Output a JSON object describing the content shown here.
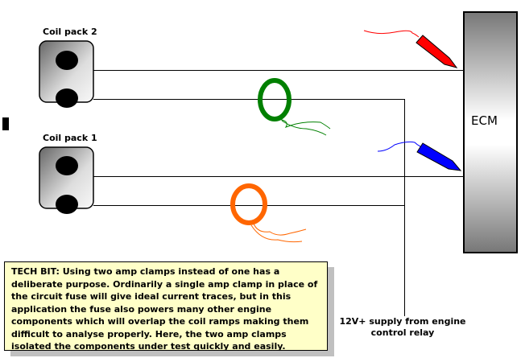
{
  "coil_pack_2_label": "Coil pack 2",
  "coil_pack_1_label": "Coil pack 1",
  "ecm_label": "ECM",
  "supply_label": "12V+ supply from engine control relay",
  "tech_bit": "TECH BIT: Using two amp clamps instead of one has a deliberate purpose.  Ordinarily a single amp clamp in place of the circuit fuse will give ideal current traces, but in this application the fuse also powers many other engine components which will overlap the coil ramps making them difficult to analyse properly.  Here, the two amp clamps isolated the components under test quickly and easily.",
  "colors": {
    "clamp_2": "#008000",
    "clamp_1": "#ff6600",
    "probe_red": "#ff0000",
    "probe_blue": "#0000ff",
    "note_bg": "#ffffc8"
  }
}
